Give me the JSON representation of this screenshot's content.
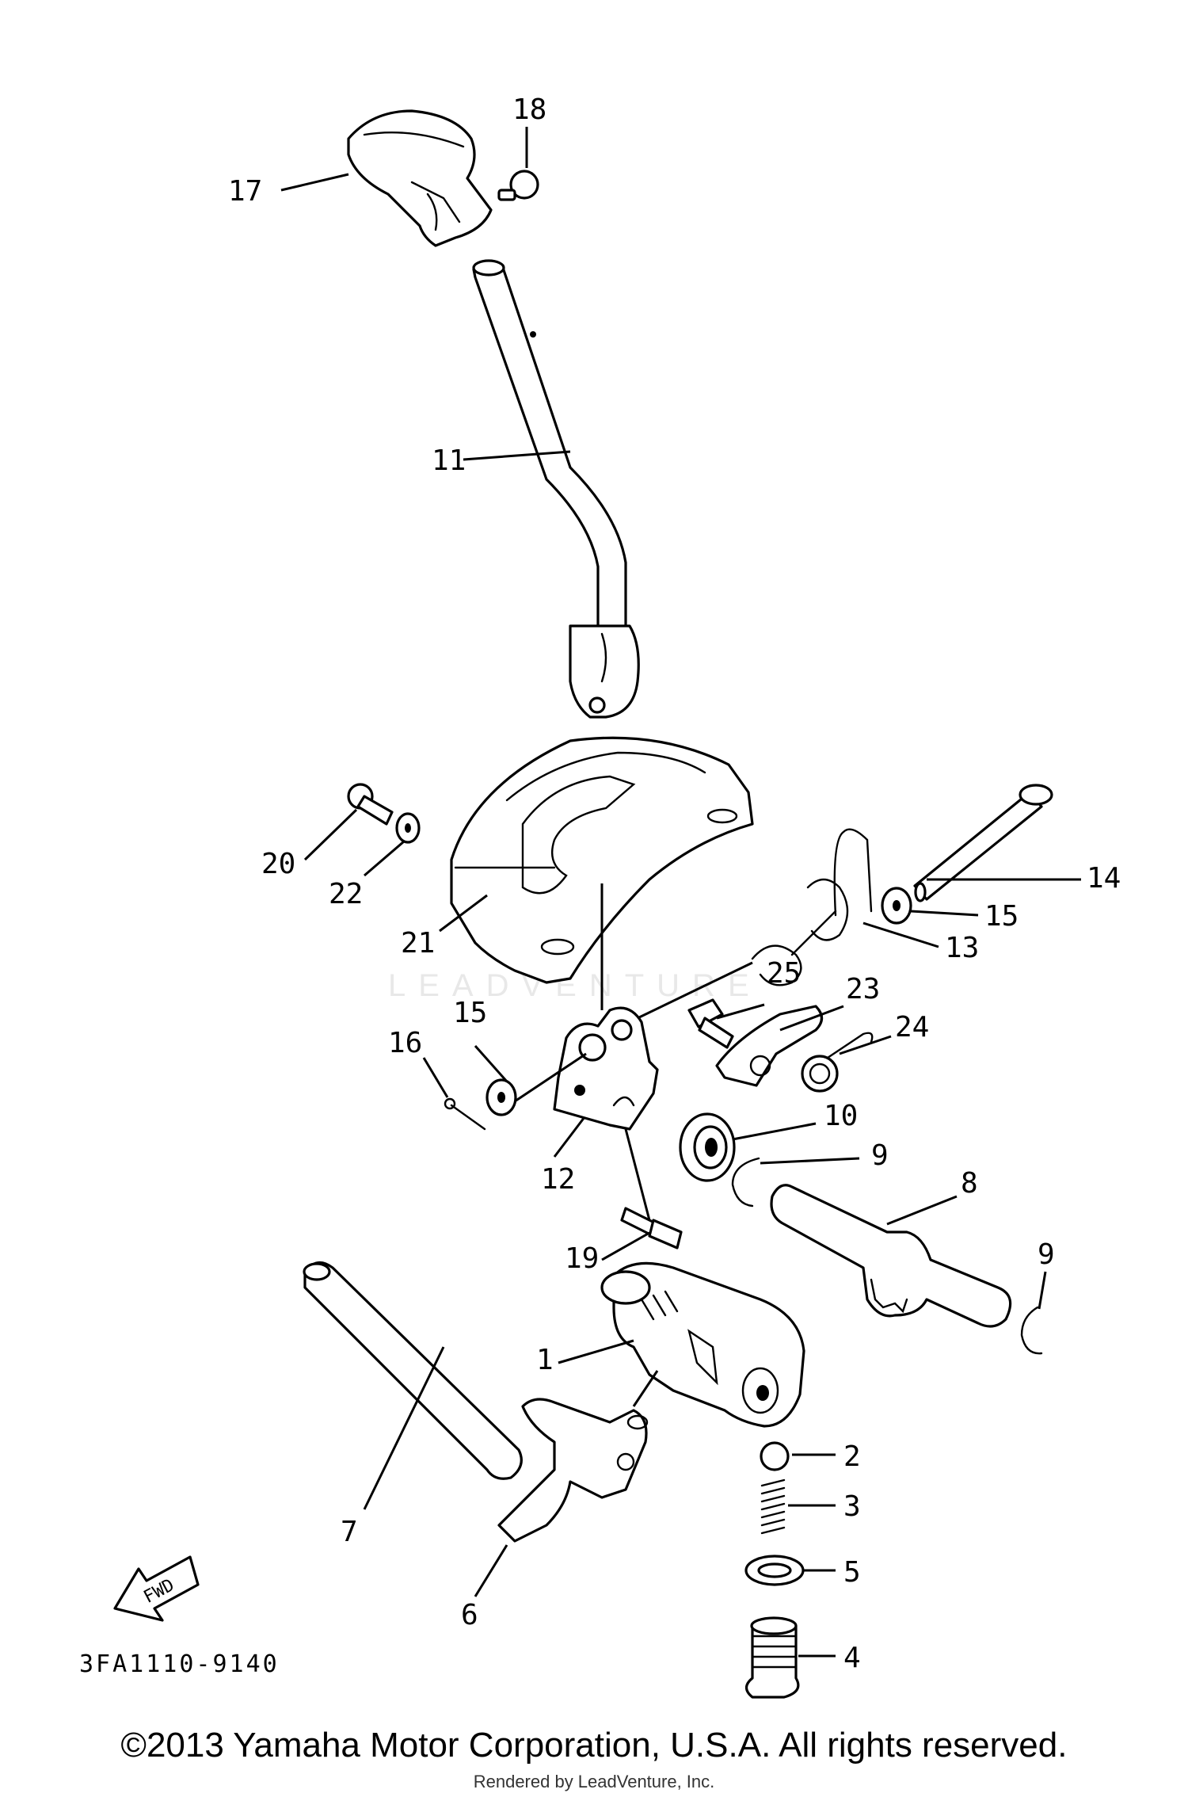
{
  "diagram": {
    "part_code": "3FA1110-9140",
    "direction_label": "FWD",
    "watermark": "LEADVENTURE",
    "copyright": "©2013 Yamaha Motor Corporation, U.S.A. All rights reserved.",
    "rendered_by": "Rendered by LeadVenture, Inc.",
    "callouts": [
      "17",
      "18",
      "11",
      "20",
      "22",
      "21",
      "14",
      "15",
      "13",
      "25",
      "23",
      "24",
      "15",
      "16",
      "12",
      "10",
      "9",
      "8",
      "9",
      "19",
      "1",
      "2",
      "3",
      "5",
      "4",
      "7",
      "6"
    ]
  }
}
